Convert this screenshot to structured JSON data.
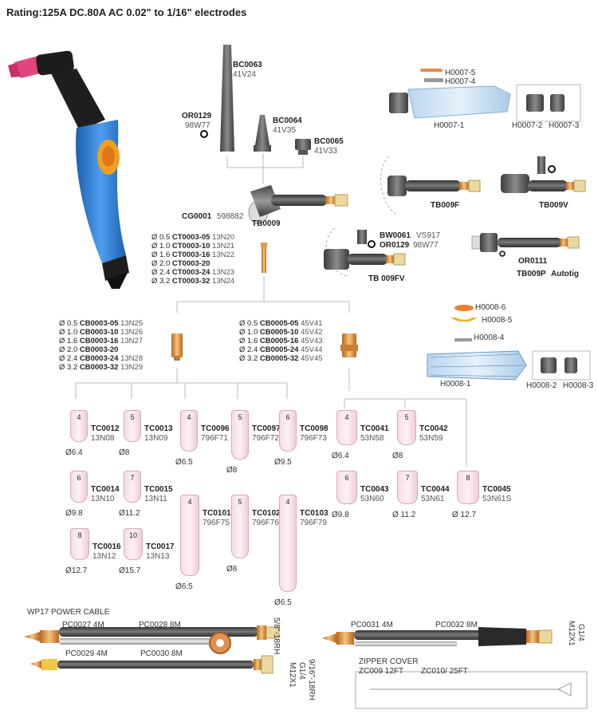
{
  "title": "Rating:125A DC.80A  AC 0.02\"  to 1/16\"  electrodes",
  "back_caps": [
    {
      "code": "BC0063",
      "sub": "41V24"
    },
    {
      "code": "BC0064",
      "sub": "41V35"
    },
    {
      "code": "BC0065",
      "sub": "41V33"
    }
  ],
  "or_ring": {
    "code": "OR0129",
    "sub": "98W77"
  },
  "torch_body": {
    "code": "TB0009"
  },
  "collet_body_gasket": {
    "code": "CG0001",
    "sub": "598882"
  },
  "handles_top": {
    "a": "H0007-5",
    "b": "H0007-4",
    "c": "H0007-1",
    "d": "H0007-2",
    "e": "H0007-3"
  },
  "torch_variants": [
    {
      "code": "TB009F"
    },
    {
      "code": "TB009V"
    },
    {
      "code": "TB 009FV"
    },
    {
      "code": "TB009P",
      "note": "Autotig"
    }
  ],
  "fv_parts": {
    "a_code": "BW0061",
    "a_sub": "VS917",
    "b_code": "OR0129",
    "b_sub": "98W77"
  },
  "or0111": "OR0111",
  "collets": [
    {
      "d": "Ø 0.5",
      "code": "CT0003-05",
      "sub": "13N20"
    },
    {
      "d": "Ø 1.0",
      "code": "CT0003-10",
      "sub": "13N21"
    },
    {
      "d": "Ø 1.6",
      "code": "CT0003-16",
      "sub": "13N22"
    },
    {
      "d": "Ø 2.0",
      "code": "CT0003-20",
      "sub": ""
    },
    {
      "d": "Ø 2.4",
      "code": "CT0003-24",
      "sub": "13N23"
    },
    {
      "d": "Ø 3.2",
      "code": "CT0003-32",
      "sub": "13N24"
    }
  ],
  "collet_bodies": [
    {
      "d": "Ø 0.5",
      "code": "CB0003-05",
      "sub": "13N25"
    },
    {
      "d": "Ø 1.0",
      "code": "CB0003-10",
      "sub": "13N26"
    },
    {
      "d": "Ø 1.6",
      "code": "CB0003-16",
      "sub": "13N27"
    },
    {
      "d": "Ø 2.0",
      "code": "CB0003-20",
      "sub": ""
    },
    {
      "d": "Ø 2.4",
      "code": "CB0003-24",
      "sub": "13N28"
    },
    {
      "d": "Ø 3.2",
      "code": "CB0003-32",
      "sub": "13N29"
    }
  ],
  "gas_lens": [
    {
      "d": "Ø 0.5",
      "code": "CB0005-05",
      "sub": "45V41"
    },
    {
      "d": "Ø 1.0",
      "code": "CB0005-10",
      "sub": "45V42"
    },
    {
      "d": "Ø 1.6",
      "code": "CB0005-16",
      "sub": "45V43"
    },
    {
      "d": "Ø 2.4",
      "code": "CB0005-24",
      "sub": "45V44"
    },
    {
      "d": "Ø 3.2",
      "code": "CB0005-32",
      "sub": "45V45"
    }
  ],
  "handles_bottom": {
    "a": "H0008-6",
    "b": "H0008-5",
    "c": "H0008-4",
    "d": "H0008-1",
    "e": "H0008-2",
    "f": "H0008-3"
  },
  "cups": [
    {
      "num": "4",
      "code": "TC0012",
      "sub": "13N08",
      "dia": "Ø6.4"
    },
    {
      "num": "5",
      "code": "TC0013",
      "sub": "13N09",
      "dia": "Ø8"
    },
    {
      "num": "4",
      "code": "TC0096",
      "sub": "796F71",
      "dia": "Ø6.5"
    },
    {
      "num": "5",
      "code": "TC0097",
      "sub": "796F72",
      "dia": "Ø8"
    },
    {
      "num": "6",
      "code": "TC0098",
      "sub": "796F73",
      "dia": "Ø9.5"
    },
    {
      "num": "6",
      "code": "TC0014",
      "sub": "13N10",
      "dia": "Ø9.8"
    },
    {
      "num": "7",
      "code": "TC0015",
      "sub": "13N11",
      "dia": "Ø11.2"
    },
    {
      "num": "4",
      "code": "TC0101",
      "sub": "796F75",
      "dia": "Ø6.5"
    },
    {
      "num": "5",
      "code": "TC0102",
      "sub": "796F76",
      "dia": "Ø8"
    },
    {
      "num": "4",
      "code": "TC0103",
      "sub": "796F79",
      "dia": "Ø6.5"
    },
    {
      "num": "8",
      "code": "TC0016",
      "sub": "13N12",
      "dia": "Ø12.7"
    },
    {
      "num": "10",
      "code": "TC0017",
      "sub": "13N13",
      "dia": "Ø15.7"
    },
    {
      "num": "4",
      "code": "TC0041",
      "sub": "53N58",
      "dia": "Ø6.4"
    },
    {
      "num": "5",
      "code": "TC0042",
      "sub": "53N59",
      "dia": "Ø8"
    },
    {
      "num": "6",
      "code": "TC0043",
      "sub": "53N60",
      "dia": "Ø9.8"
    },
    {
      "num": "7",
      "code": "TC0044",
      "sub": "53N61",
      "dia": "Ø 11.2"
    },
    {
      "num": "8",
      "code": "TC0045",
      "sub": "53N61S",
      "dia": "Ø 12.7"
    }
  ],
  "cables": {
    "heading": "WP17 POWER CABLE",
    "c1a": "PC0027  4M",
    "c1b": "PC0028  8M",
    "c1end": "5/8\"-18RH",
    "c2a": "PC0031  4M",
    "c2b": "PC0032  8M",
    "c2end_a": "G1/4",
    "c2end_b": "M12X1",
    "c3a": "PC0029  4M",
    "c3b": "PC0030  8M",
    "c3end_a": "9/16\"-18RH",
    "c3end_b": "G1/4",
    "c3end_c": "M12X1"
  },
  "zipper": {
    "heading": "ZIPPER COVER",
    "a": "ZC009 12FT",
    "b": "ZC010/ 25FT"
  },
  "colors": {
    "handle_blue": "#2f7fd6",
    "cup_pink": "#f7dfe6",
    "head_pink": "#e0457e",
    "brass": "#d58b3c"
  }
}
